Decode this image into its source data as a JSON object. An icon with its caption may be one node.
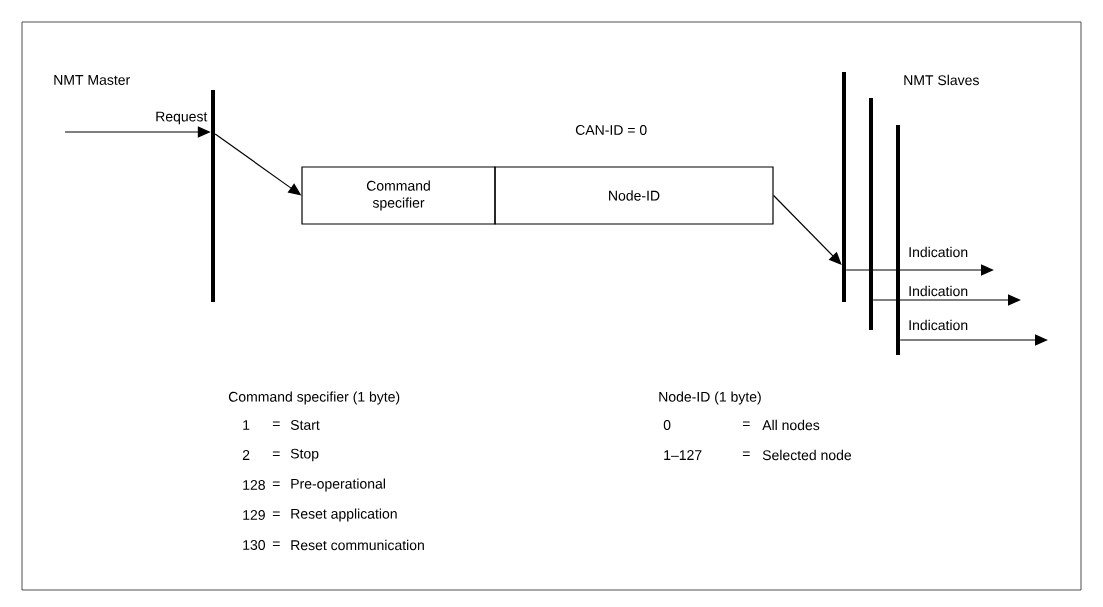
{
  "diagram": {
    "nodes": [
      {
        "text": [],
        "shape": "bar"
      },
      {
        "text": [
          "Command specifier"
        ]
      },
      {
        "text": [
          "Node-ID"
        ]
      },
      {
        "text": [],
        "shape": "bar"
      },
      {
        "text": [],
        "shape": "bar"
      },
      {
        "text": [],
        "shape": "bar"
      }
    ],
    "edges": [
      {
        "from": null,
        "to": 0,
        "arrow": "to",
        "label": "Request"
      },
      {
        "from": 0,
        "to": 1,
        "arrow": "to"
      },
      {
        "from": 2,
        "to": 3,
        "arrow": "to"
      },
      {
        "from": 3,
        "to": null,
        "arrow": "to",
        "label": "Indication"
      },
      {
        "from": 4,
        "to": null,
        "arrow": "to",
        "label": "Indication"
      },
      {
        "from": 5,
        "to": null,
        "arrow": "to",
        "label": "Indication"
      }
    ],
    "labels": [
      "NMT Master",
      "NMT Slaves",
      "CAN-ID = 0",
      "Command specifier (1 byte)",
      "1",
      "=",
      "Start",
      "2",
      "=",
      "Stop",
      "128",
      "=",
      "Pre-operational",
      "129",
      "=",
      "Reset application",
      "130",
      "=",
      "Reset communication",
      "Node-ID (1 byte)",
      "0",
      "=",
      "All nodes",
      "1–127",
      "=",
      "Selected node"
    ]
  }
}
